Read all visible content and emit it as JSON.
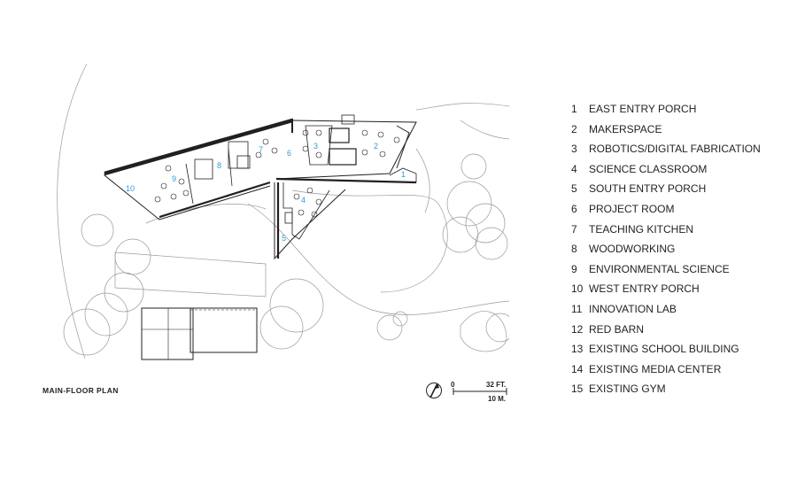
{
  "plan_title": "MAIN-FLOOR PLAN",
  "scale": {
    "start": "0",
    "feet": "32 FT.",
    "meters": "10 M."
  },
  "room_labels": [
    "1",
    "2",
    "3",
    "4",
    "5",
    "6",
    "7",
    "8",
    "9",
    "10"
  ],
  "legend": [
    {
      "num": "1",
      "name": "EAST ENTRY PORCH"
    },
    {
      "num": "2",
      "name": "MAKERSPACE"
    },
    {
      "num": "3",
      "name": "ROBOTICS/DIGITAL FABRICATION"
    },
    {
      "num": "4",
      "name": "SCIENCE CLASSROOM"
    },
    {
      "num": "5",
      "name": "SOUTH ENTRY PORCH"
    },
    {
      "num": "6",
      "name": "PROJECT ROOM"
    },
    {
      "num": "7",
      "name": "TEACHING KITCHEN"
    },
    {
      "num": "8",
      "name": "WOODWORKING"
    },
    {
      "num": "9",
      "name": "ENVIRONMENTAL SCIENCE"
    },
    {
      "num": "10",
      "name": "WEST ENTRY PORCH"
    },
    {
      "num": "11",
      "name": "INNOVATION LAB"
    },
    {
      "num": "12",
      "name": "RED BARN"
    },
    {
      "num": "13",
      "name": "EXISTING SCHOOL BUILDING"
    },
    {
      "num": "14",
      "name": "EXISTING MEDIA CENTER"
    },
    {
      "num": "15",
      "name": "EXISTING GYM"
    }
  ],
  "colors": {
    "ink": "#231f20",
    "room_label": "#2a9fd6",
    "site_lines": "#9a9a9a"
  }
}
